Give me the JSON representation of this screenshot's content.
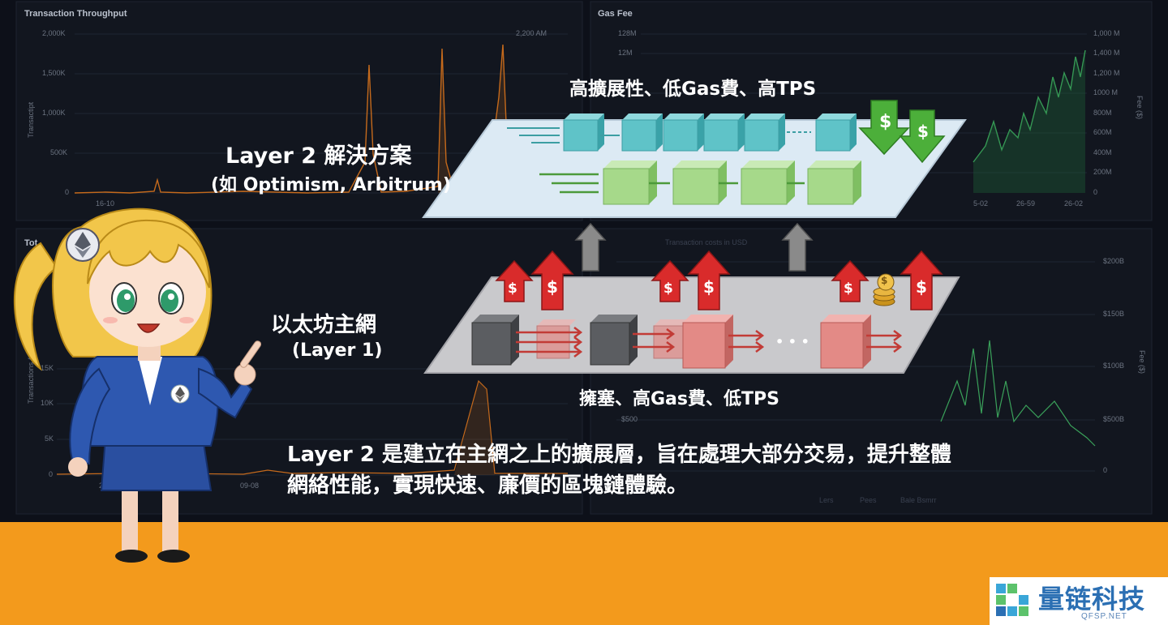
{
  "panels": {
    "throughput": {
      "title": "Transaction Throughput",
      "y_ticks": [
        "2,000K",
        "1,500K",
        "1,000K",
        "500K",
        "0"
      ],
      "x_ticks": [
        "16-10"
      ],
      "right_tick": "2,200 AM",
      "axis_label": "Transactipt"
    },
    "gas_fee": {
      "title": "Gas Fee",
      "y_ticks": [
        "128M",
        "12M"
      ],
      "right_ticks": [
        "1,000 M",
        "1,400 M",
        "1,200 M",
        "1000 M",
        "800M",
        "600M",
        "400M",
        "200M",
        "0"
      ],
      "x_ticks": [
        "5-02",
        "26-59",
        "26-02"
      ],
      "axis_label": "Fee ($)"
    },
    "total": {
      "title": "Tot",
      "y_ticks": [
        "15K",
        "10K",
        "5K",
        "0"
      ],
      "x_ticks": [
        "20",
        "09-08"
      ],
      "axis_label": "Transactions (rgl)"
    },
    "fee_usd": {
      "right_ticks": [
        "$200B",
        "$150B",
        "$100B",
        "$500B",
        "0"
      ],
      "axis_label": "Fee ($)",
      "bottom_tick": "$500",
      "legend": [
        "Lers",
        "Pees",
        "Bale Bsmrr"
      ],
      "faint_title": "Transaction costs in USD"
    }
  },
  "diagram": {
    "layer2_benefits": "高擴展性、低Gas費、高TPS",
    "layer2_title": "Layer 2 解決方案",
    "layer2_examples": "(如 Optimism, Arbitrum)",
    "layer1_title": "以太坊主網",
    "layer1_sub": "(Layer 1)",
    "layer1_problems": "擁塞、高Gas費、低TPS",
    "dots": "• • •",
    "dollar": "$"
  },
  "caption": {
    "line1": "Layer 2 是建立在主網之上的擴展層，旨在處理大部分交易，提升整體",
    "line2": "網絡性能，實現快速、廉價的區塊鏈體驗。"
  },
  "logo": {
    "text": "量链科技",
    "sub": "QFSP.NET"
  },
  "colors": {
    "background": "#0d1019",
    "orange_band": "#f39a1c",
    "layer2_plane": "#dceaf4",
    "layer1_plane": "#c9c9cc",
    "teal_block": "#5fc3c8",
    "green_block": "#a6d98a",
    "red_block": "#e38a86",
    "gray_block": "#5b5d61",
    "up_arrow_red": "#d92b2b",
    "down_arrow_green": "#4caf3a",
    "logo_blue": "#2b6fb3"
  },
  "icons": [
    "ethereum-icon",
    "dollar-icon",
    "coin-stack-icon",
    "up-arrow-icon",
    "down-arrow-icon",
    "right-arrow-icon",
    "pointing-hand-icon"
  ]
}
